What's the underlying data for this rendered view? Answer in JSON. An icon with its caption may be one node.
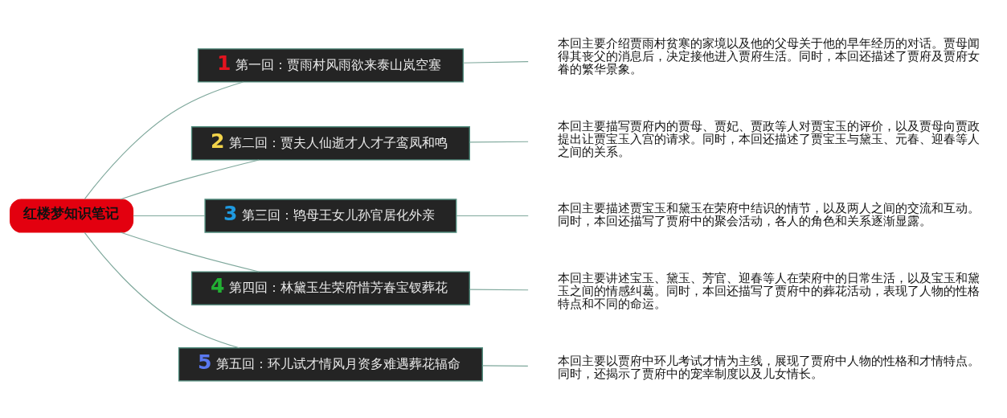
{
  "diagram": {
    "nodes": [
      {
        "text": [
          "红楼梦知识笔记"
        ]
      },
      {
        "text": [
          "1",
          "第一回：贾雨村风雨欲来泰山岚空塞"
        ]
      },
      {
        "text": [
          "本回主要介绍贾雨村贫寒的家境以及他的父母关于他的早年经历的对话。贾母闻得其丧父的消息后，决定接他进入贾府生活。同时，本回还描述了贾府及贾府女眷的繁华景象。"
        ]
      },
      {
        "text": [
          "2",
          "第二回：贾夫人仙逝才人才子鸾凤和鸣"
        ]
      },
      {
        "text": [
          "本回主要描写贾府内的贾母、贾妃、贾政等人对贾宝玉的评价，以及贾母向贾政提出让贾宝玉入宫的请求。同时，本回还描述了贾宝玉与黛玉、元春、迎春等人之间的关系。"
        ]
      },
      {
        "text": [
          "3",
          "第三回：鸨母王女儿孙官居化外亲"
        ]
      },
      {
        "text": [
          "本回主要描述贾宝玉和黛玉在荣府中结识的情节，以及两人之间的交流和互动。同时，本回还描写了贾府中的聚会活动，各人的角色和关系逐渐显露。"
        ]
      },
      {
        "text": [
          "4",
          "第四回：林黛玉生荣府惜芳春宝钗葬花"
        ]
      },
      {
        "text": [
          "本回主要讲述宝玉、黛玉、芳官、迎春等人在荣府中的日常生活，以及宝玉和黛玉之间的情感纠葛。同时，本回还描写了贾府中的葬花活动，表现了人物的性格特点和不同的命运。"
        ]
      },
      {
        "text": [
          "5",
          "第五回：环儿试才情风月资多难遇葬花辐命"
        ]
      },
      {
        "text": [
          "本回主要以贾府中环儿考试才情为主线，展现了贾府中人物的性格和才情特点。同时，还揭示了贾府中的宠幸制度以及儿女情长。"
        ]
      }
    ],
    "edges": [
      {
        "from": 0,
        "to": 1,
        "arrow": "none"
      },
      {
        "from": 1,
        "to": 2,
        "arrow": "none"
      },
      {
        "from": 0,
        "to": 3,
        "arrow": "none"
      },
      {
        "from": 3,
        "to": 4,
        "arrow": "none"
      },
      {
        "from": 0,
        "to": 5,
        "arrow": "none"
      },
      {
        "from": 5,
        "to": 6,
        "arrow": "none"
      },
      {
        "from": 0,
        "to": 7,
        "arrow": "none"
      },
      {
        "from": 7,
        "to": 8,
        "arrow": "none"
      },
      {
        "from": 0,
        "to": 9,
        "arrow": "none"
      },
      {
        "from": 9,
        "to": 10,
        "arrow": "none"
      }
    ]
  }
}
